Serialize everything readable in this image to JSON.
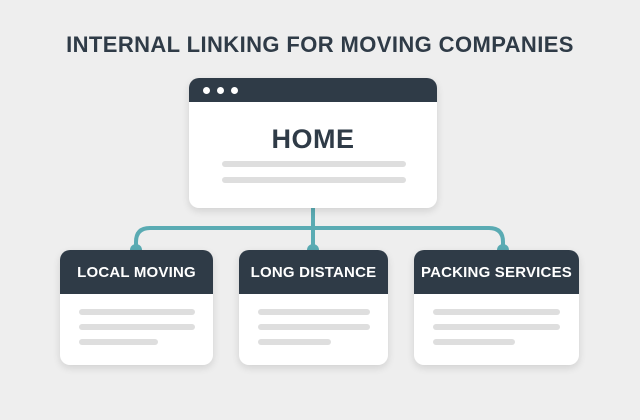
{
  "title": "INTERNAL LINKING FOR MOVING COMPANIES",
  "home": {
    "label": "HOME"
  },
  "children": [
    {
      "label": "LOCAL MOVING"
    },
    {
      "label": "LONG DISTANCE"
    },
    {
      "label": "PACKING SERVICES"
    }
  ],
  "colors": {
    "background": "#eeeeee",
    "dark_header": "#2f3b47",
    "connector": "#5aabb3",
    "card": "#ffffff",
    "placeholder_line": "#dedede"
  }
}
